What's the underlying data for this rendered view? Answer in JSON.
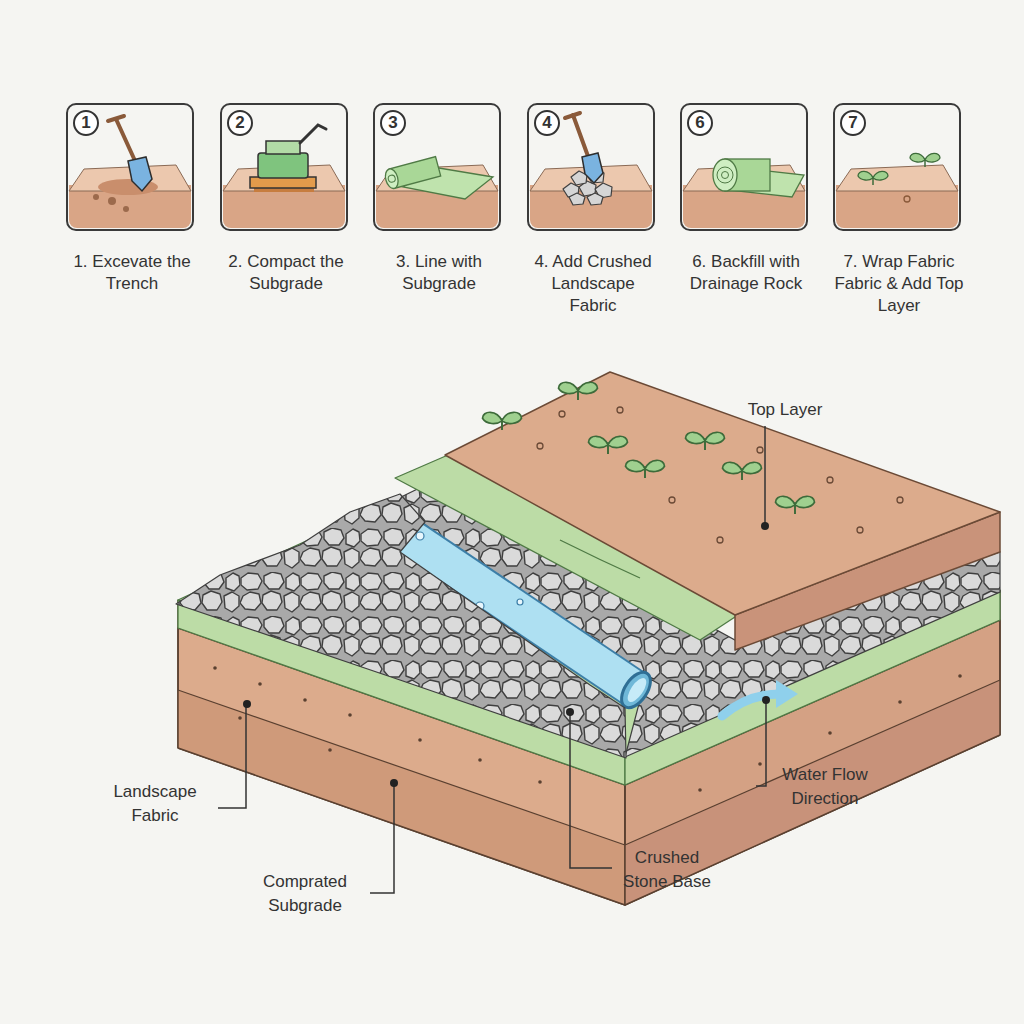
{
  "diagram": {
    "nodes": [
      {
        "text": [
          "1",
          "1. Excevate the Trench"
        ]
      },
      {
        "text": [
          "2",
          "2. Compact the Subgrade"
        ]
      },
      {
        "text": [
          "3",
          "3. Line with Subgrade"
        ]
      },
      {
        "text": [
          "4",
          "4. Add Crushed Landscape Fabric"
        ]
      },
      {
        "text": [
          "6",
          "6. Backfill with Drainage Rock"
        ]
      },
      {
        "text": [
          "7",
          "7. Wrap Fabric Fabric & Add Top Layer"
        ]
      }
    ],
    "labels": [
      "Top Layer",
      "Landscape Fabric",
      "Water Flow Direction",
      "Comprated Subgrade",
      "Crushed Stone Base"
    ]
  }
}
